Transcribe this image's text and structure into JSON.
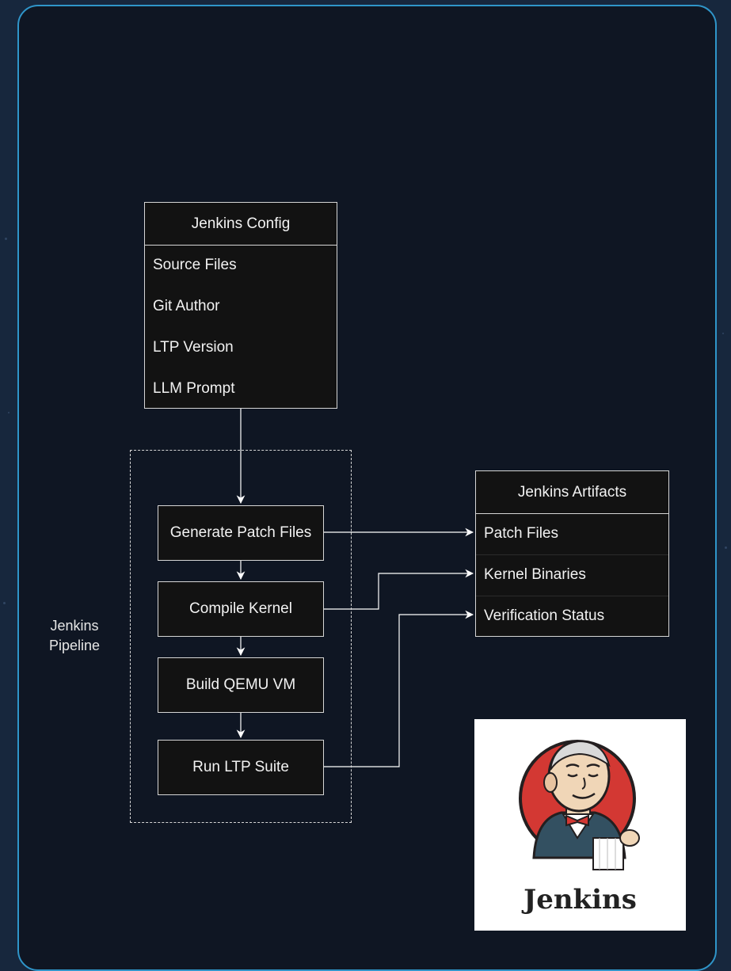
{
  "config": {
    "title": "Jenkins Config",
    "items": [
      "Source Files",
      "Git Author",
      "LTP Version",
      "LLM Prompt"
    ]
  },
  "pipeline": {
    "label_line1": "Jenkins",
    "label_line2": "Pipeline",
    "stages": [
      "Generate Patch Files",
      "Compile Kernel",
      "Build QEMU VM",
      "Run LTP Suite"
    ]
  },
  "artifacts": {
    "title": "Jenkins Artifacts",
    "items": [
      "Patch Files",
      "Kernel Binaries",
      "Verification Status"
    ]
  },
  "logo": {
    "text": "Jenkins",
    "icon": "jenkins-butler-logo"
  },
  "colors": {
    "background": "#0f1623",
    "frame_border": "#2f95c9",
    "box_fill": "#121212",
    "line": "#ffffff",
    "logo_red": "#d33833"
  }
}
